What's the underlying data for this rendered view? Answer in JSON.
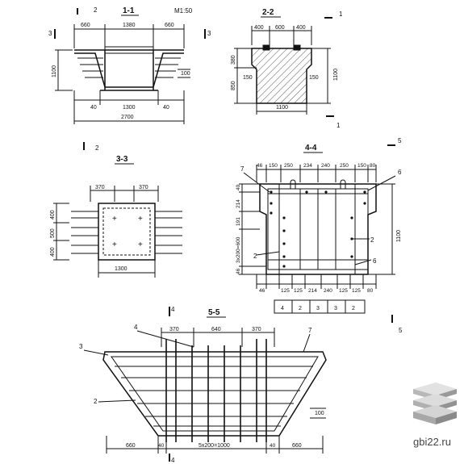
{
  "scale": "M1:50",
  "sections": {
    "s11": {
      "title": "1-1",
      "dims_top": [
        "660",
        "1380",
        "660"
      ],
      "dims_bottom": [
        "40",
        "1300",
        "40"
      ],
      "total": "2700",
      "height": "1100",
      "side": "100",
      "cut_marks": [
        "3",
        "3",
        "2",
        "2"
      ]
    },
    "s22": {
      "title": "2-2",
      "dims_top": [
        "400",
        "600",
        "400"
      ],
      "left_dims": [
        "380",
        "850"
      ],
      "inner_dims": [
        "150",
        "150"
      ],
      "height": "1100",
      "bottom": "1100",
      "cut_marks": [
        "1",
        "1"
      ]
    },
    "s33": {
      "title": "3-3",
      "dims_top": [
        "370",
        "370"
      ],
      "left_dims": [
        "400",
        "500",
        "400"
      ],
      "bottom": "1300"
    },
    "s44": {
      "title": "4-4",
      "dims_top": [
        "46",
        "150",
        "250",
        "234",
        "240",
        "250",
        "150",
        "80"
      ],
      "left_dims": [
        "40",
        "214",
        "191",
        "3x200=600",
        "46"
      ],
      "dims_bottom": [
        "46",
        "125",
        "125",
        "214",
        "240",
        "125",
        "125",
        "80"
      ],
      "height": "1100",
      "callouts": [
        "7",
        "6",
        "2",
        "6",
        "2"
      ],
      "schedule": [
        "4",
        "2",
        "3",
        "3",
        "2"
      ],
      "cut_marks": [
        "5",
        "5"
      ]
    },
    "s55": {
      "title": "5-5",
      "dims_top": [
        "370",
        "640",
        "370"
      ],
      "dims_bottom": [
        "660",
        "40",
        "5x200=1000",
        "40",
        "660"
      ],
      "side": "100",
      "callouts": [
        "4",
        "3",
        "2",
        "7"
      ],
      "cut_marks": [
        "4",
        "4"
      ]
    }
  },
  "watermark": "gbi22.ru"
}
